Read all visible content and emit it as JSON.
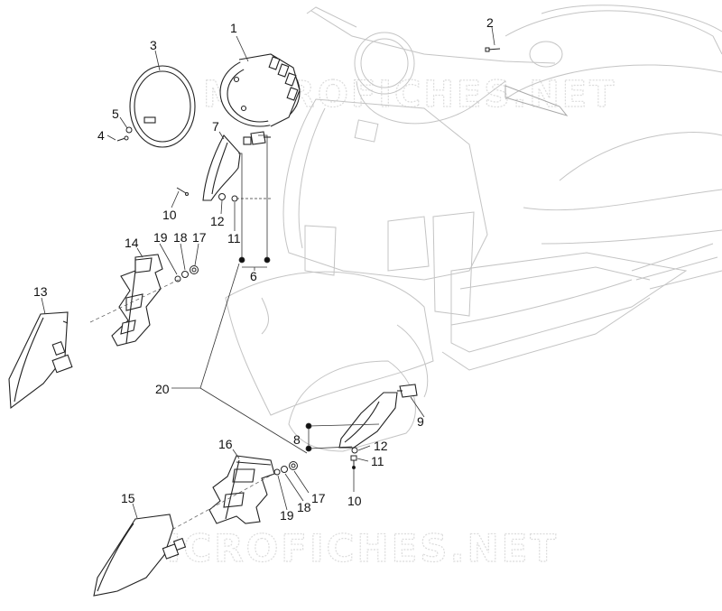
{
  "watermark": "MICROFICHES.NET",
  "callouts": [
    "1",
    "2",
    "3",
    "4",
    "5",
    "6",
    "7",
    "8",
    "9",
    "10",
    "10",
    "11",
    "11",
    "12",
    "12",
    "13",
    "14",
    "15",
    "16",
    "17",
    "17",
    "18",
    "18",
    "19",
    "19",
    "20"
  ],
  "colors": {
    "line": "#222222",
    "scooter": "#c8c8c8",
    "background": "#ffffff"
  }
}
